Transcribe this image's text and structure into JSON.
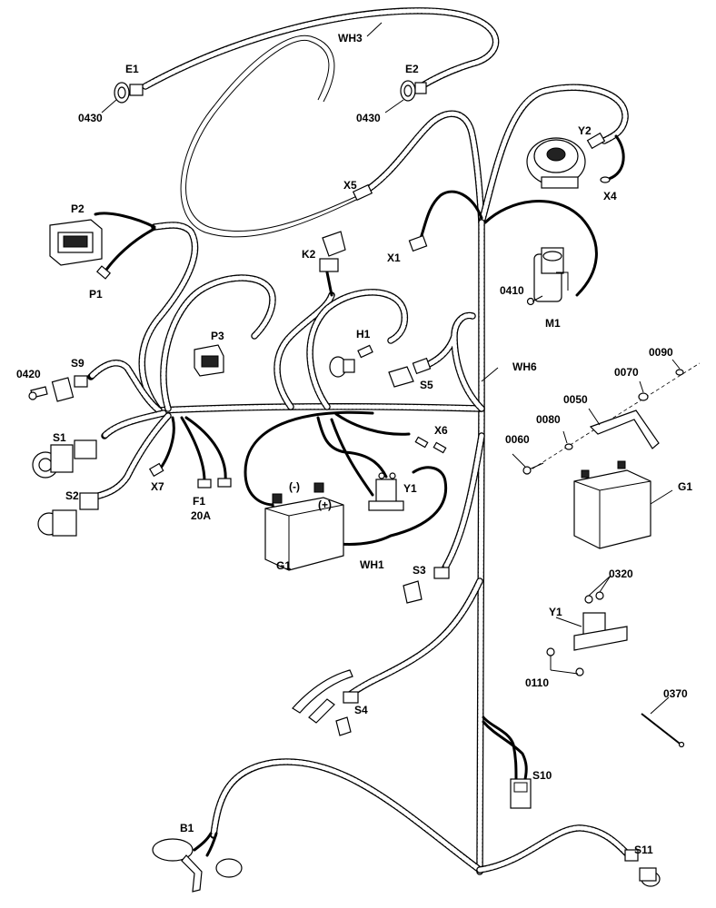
{
  "labels": {
    "E1": "E1",
    "E2": "E2",
    "WH3": "WH3",
    "n0430_a": "0430",
    "n0430_b": "0430",
    "Y2": "Y2",
    "X4": "X4",
    "X5": "X5",
    "P2": "P2",
    "P1": "P1",
    "K2": "K2",
    "X1": "X1",
    "n0410": "0410",
    "M1": "M1",
    "P3": "P3",
    "H1": "H1",
    "S5": "S5",
    "S9": "S9",
    "n0420": "0420",
    "WH6": "WH6",
    "n0090": "0090",
    "n0070": "0070",
    "n0050": "0050",
    "n0080": "0080",
    "n0060": "0060",
    "X6": "X6",
    "S1": "S1",
    "X7": "X7",
    "F1": "F1",
    "F1_rating": "20A",
    "Y1": "Y1",
    "G1": "G1",
    "G1_right": "G1",
    "S2": "S2",
    "neg": "(-)",
    "pos": "(+)",
    "WH1": "WH1",
    "S3": "S3",
    "n0320": "0320",
    "Y1_right": "Y1",
    "n0110": "0110",
    "S4": "S4",
    "n0370": "0370",
    "S10": "S10",
    "B1": "B1",
    "S11": "S11"
  }
}
